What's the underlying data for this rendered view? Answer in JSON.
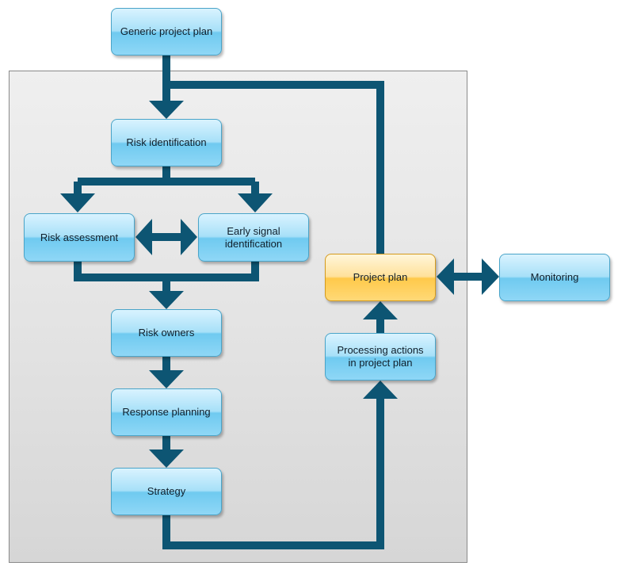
{
  "diagram": {
    "nodes": {
      "generic_plan": "Generic project plan",
      "risk_identification": "Risk identification",
      "risk_assessment": "Risk assessment",
      "early_signal": "Early signal\nidentification",
      "risk_owners": "Risk owners",
      "response_planning": "Response planning",
      "strategy": "Strategy",
      "processing_actions": "Processing actions\nin project plan",
      "project_plan": "Project plan",
      "monitoring": "Monitoring"
    },
    "colors": {
      "arrow": "#0d5573",
      "node_blue": "#8fd7f6",
      "node_highlight": "#ffc94a"
    }
  }
}
